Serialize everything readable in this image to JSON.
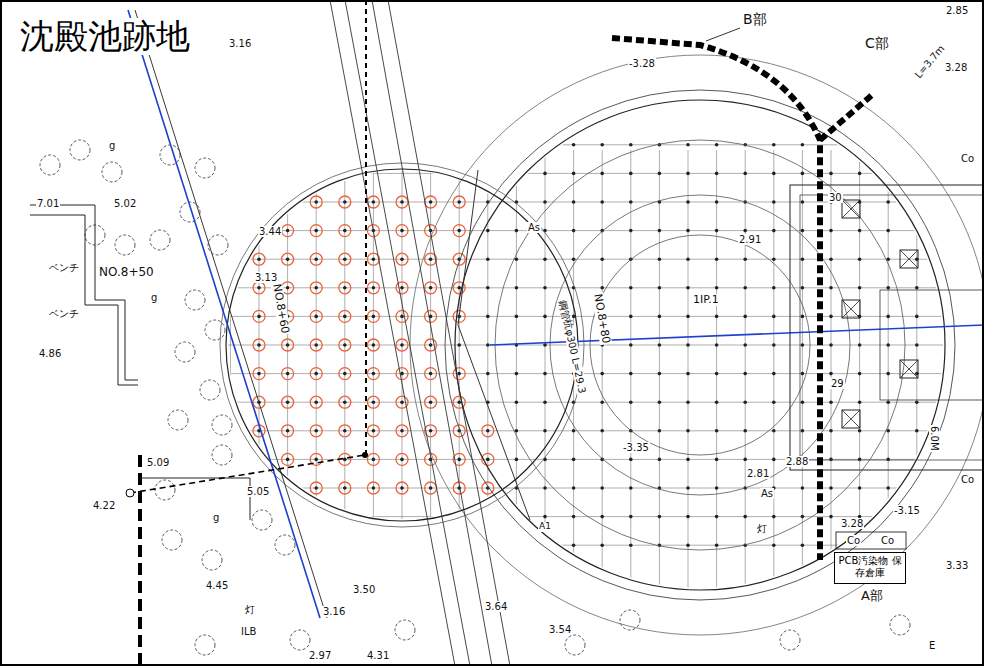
{
  "diagram": {
    "title": "沈殿池跡地",
    "nodes": [
      {
        "text": [
          "PCB汚染物 保存倉庫"
        ]
      }
    ],
    "labels": [
      "B部",
      "C部",
      "A部",
      "-3.28",
      "3.28",
      "2.91",
      "1IP.1",
      "NO.8+80",
      "鋼管杭φ300 L=29.3",
      "NO.8+60",
      "NO.8+50",
      "ベンチ",
      "ベンチ",
      "4.86",
      "7.01",
      "5.02",
      "3.16",
      "3.44",
      "3.13",
      "5.09",
      "4.22",
      "5.05",
      "4.45",
      "3.50",
      "3.16",
      "3.64",
      "3.54",
      "-3.35",
      "2.97",
      "4.31",
      "ILB",
      "灯",
      "灯",
      "As",
      "As",
      "-3.15",
      "3.28",
      "Co",
      "Co",
      "3.33",
      "2.85",
      "30",
      "29",
      "6.0M",
      "2.81",
      "2.88",
      "L=3.7m",
      "E",
      "g",
      "g",
      "g",
      "A1",
      "Co",
      "Co"
    ]
  }
}
